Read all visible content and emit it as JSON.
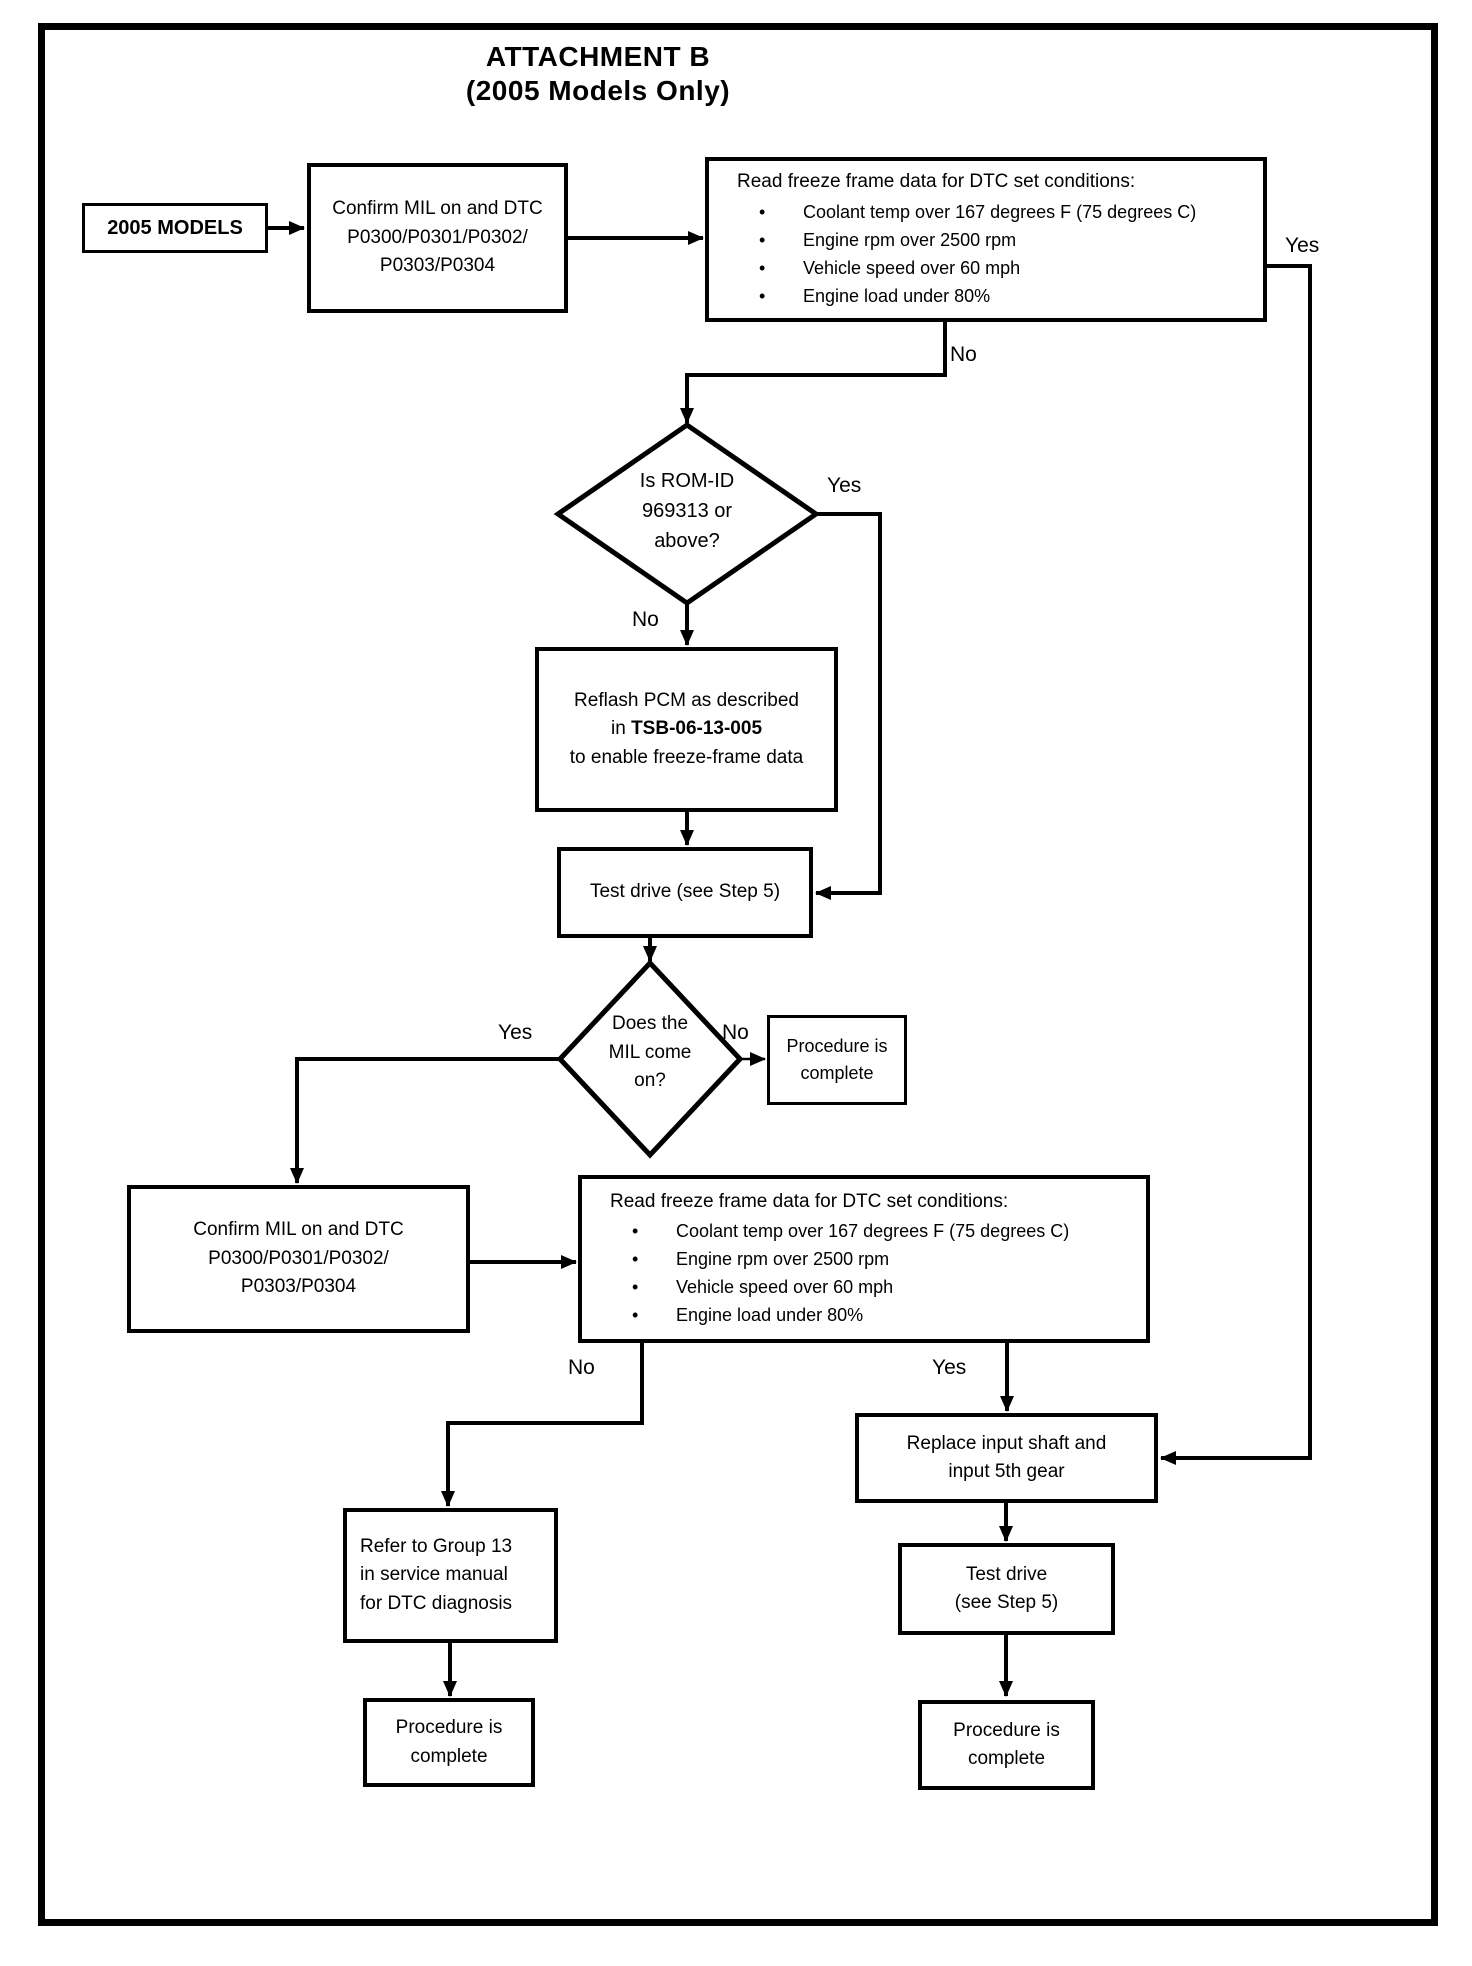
{
  "page": {
    "title_line1": "ATTACHMENT B",
    "title_line2": "(2005 Models Only)"
  },
  "nodes": {
    "start": {
      "label": "2005 MODELS"
    },
    "confirm_mil_1": {
      "line1": "Confirm MIL on and DTC",
      "line2": "P0300/P0301/P0302/",
      "line3": "P0303/P0304"
    },
    "freeze_frame_1": {
      "header": "Read freeze frame data for DTC set conditions:",
      "bullets": [
        "Coolant temp over 167 degrees F (75 degrees C)",
        "Engine rpm over 2500 rpm",
        "Vehicle speed over 60 mph",
        "Engine load under 80%"
      ]
    },
    "rom_id_decision": {
      "line1": "Is ROM-ID",
      "line2": "969313 or",
      "line3": "above?"
    },
    "reflash_pcm": {
      "line1": "Reflash PCM as described",
      "line2_prefix": "in ",
      "line2_bold": "TSB-06-13-005",
      "line3": "to enable freeze-frame data"
    },
    "test_drive_1": {
      "label": "Test drive (see Step 5)"
    },
    "mil_decision": {
      "line1": "Does the",
      "line2": "MIL come",
      "line3": "on?"
    },
    "procedure_complete_top": {
      "line1": "Procedure is",
      "line2": "complete"
    },
    "confirm_mil_2": {
      "line1": "Confirm MIL on and DTC",
      "line2": "P0300/P0301/P0302/",
      "line3": "P0303/P0304"
    },
    "freeze_frame_2": {
      "header": "Read freeze frame data for DTC set conditions:",
      "bullets": [
        "Coolant temp over 167 degrees F (75 degrees C)",
        "Engine rpm over 2500 rpm",
        "Vehicle speed over 60 mph",
        "Engine load under 80%"
      ]
    },
    "replace_shaft": {
      "line1": "Replace input shaft and",
      "line2": "input 5th gear"
    },
    "refer_group13": {
      "line1": "Refer to Group 13",
      "line2": "in service manual",
      "line3": "for DTC diagnosis"
    },
    "test_drive_2": {
      "line1": "Test drive",
      "line2": "(see Step 5)"
    },
    "procedure_complete_left": {
      "line1": "Procedure is",
      "line2": "complete"
    },
    "procedure_complete_right": {
      "line1": "Procedure is",
      "line2": "complete"
    }
  },
  "labels": {
    "freeze1_yes": "Yes",
    "freeze1_no": "No",
    "rom_yes": "Yes",
    "rom_no": "No",
    "mil_yes": "Yes",
    "mil_no": "No",
    "freeze2_no": "No",
    "freeze2_yes": "Yes"
  }
}
